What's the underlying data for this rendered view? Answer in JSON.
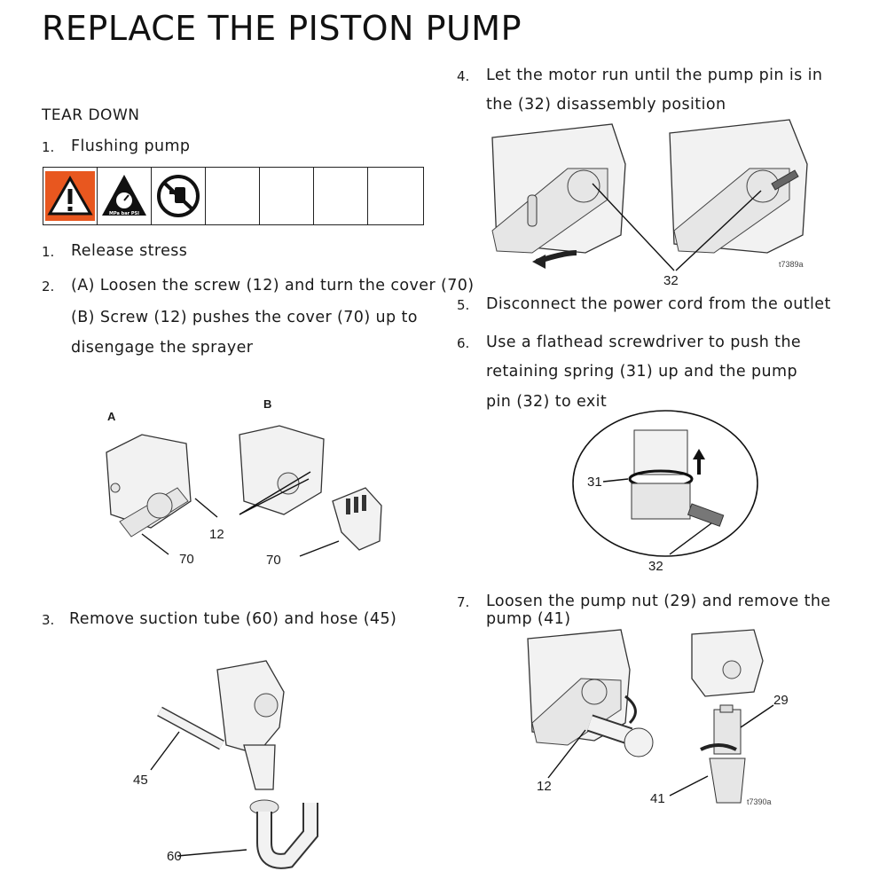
{
  "title": "REPLACE THE PISTON PUMP",
  "section": "TEAR DOWN",
  "left_steps": {
    "s1_num": "1.",
    "s1": "Flushing pump",
    "r1_num": "1.",
    "r1": "Release stress",
    "r2_num": "2.",
    "r2a": "(A) Loosen the screw (12) and turn the cover (70)",
    "r2b": "(B) Screw (12) pushes the cover (70) up to",
    "r2c": "disengage the sprayer",
    "r3_num": "3.",
    "r3": "Remove suction tube (60) and hose (45)"
  },
  "right_steps": {
    "s4_num": "4.",
    "s4a": "Let the motor run until the pump pin is in",
    "s4b": "the (32) disassembly position",
    "s5_num": "5.",
    "s5": "Disconnect the power cord from the outlet",
    "s6_num": "6.",
    "s6a": "Use a flathead screwdriver to push the",
    "s6b": "retaining spring (31) up and the pump",
    "s6c": "pin (32) to exit",
    "s7_num": "7.",
    "s7a": "Loosen the pump nut (29) and remove the",
    "s7b": "pump (41)"
  },
  "warning_icons": [
    "warning-triangle-icon",
    "pressure-gauge-icon",
    "no-spray-icon"
  ],
  "warning_text": {
    "pressure": "MPa bar PSI"
  },
  "colors": {
    "warning_orange": "#e8571f",
    "text": "#1a1a1a"
  },
  "callouts": {
    "fig_a": "A",
    "fig_b": "B",
    "c12": "12",
    "c70a": "70",
    "c70b": "70",
    "c45": "45",
    "c60": "60",
    "c32top": "32",
    "cap1": "t7389a",
    "c31": "31",
    "c32mid": "32",
    "c29": "29",
    "c12b": "12",
    "c41": "41",
    "cap2": "t7390a"
  }
}
